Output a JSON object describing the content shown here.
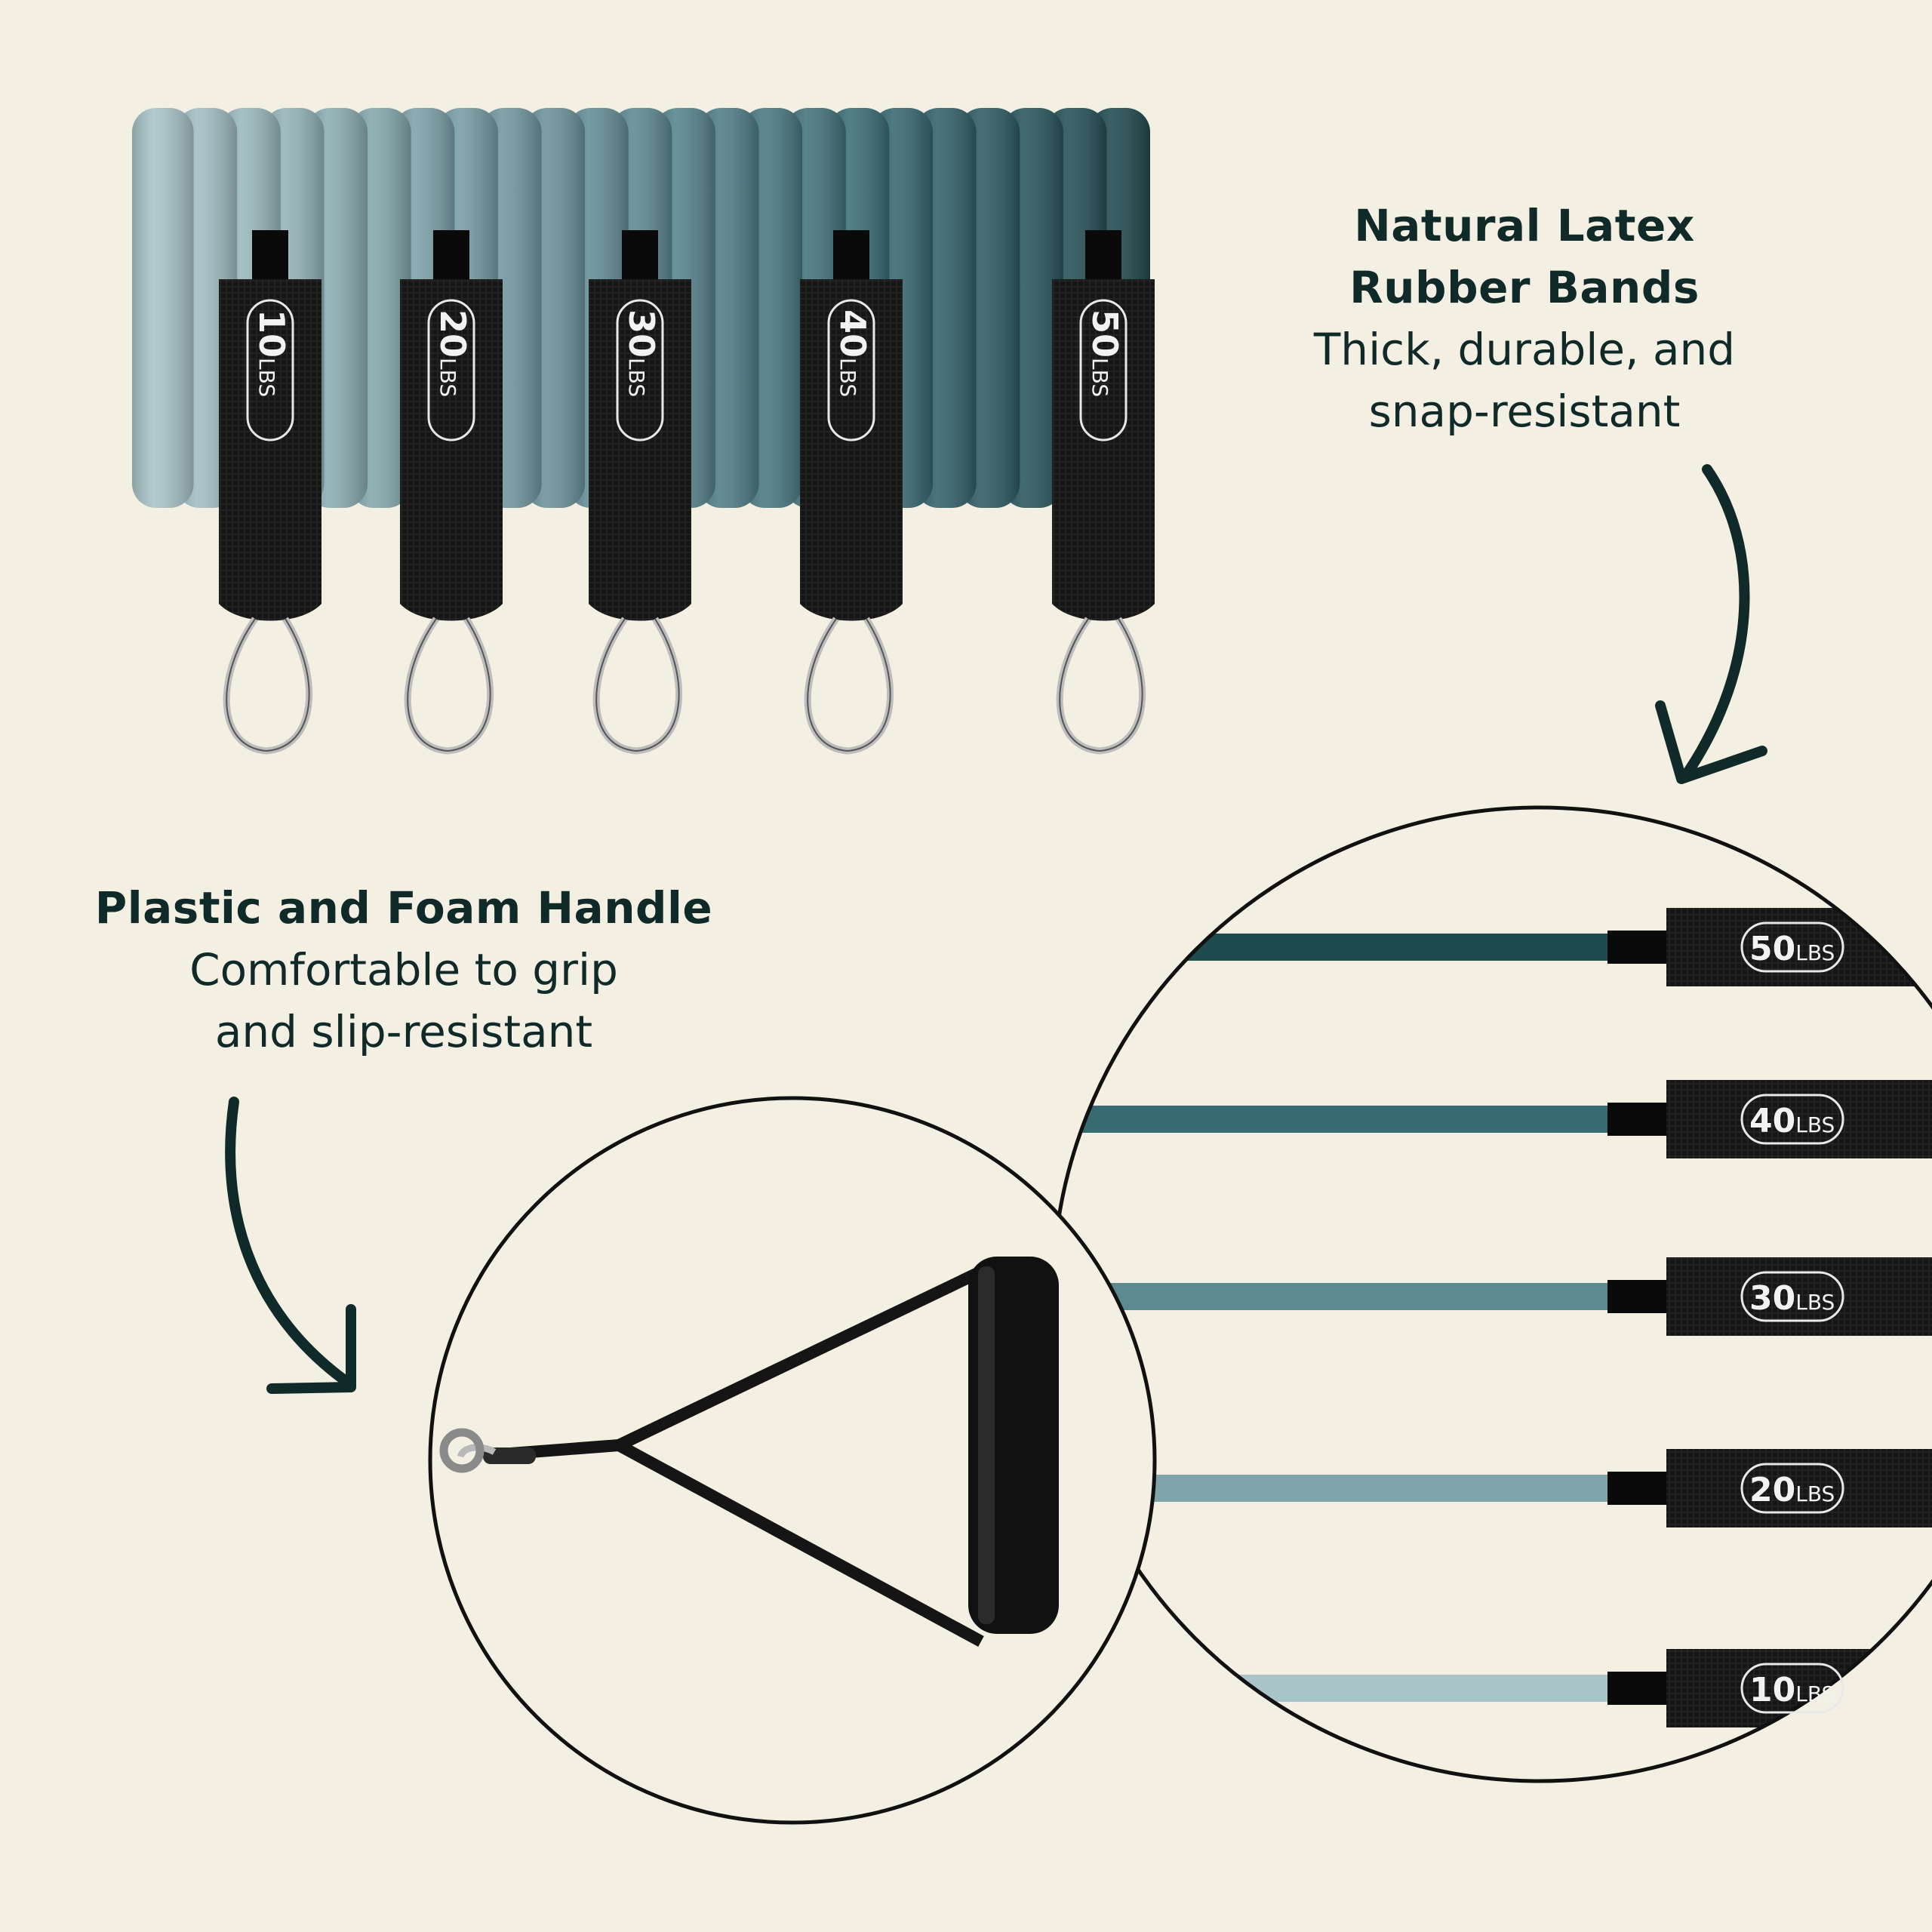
{
  "latex_caption": {
    "heading_line1": "Natural Latex",
    "heading_line2": "Rubber Bands",
    "sub_line1": "Thick, durable, and",
    "sub_line2": "snap-resistant"
  },
  "handle_caption": {
    "heading": "Plastic and Foam Handle",
    "sub_line1": "Comfortable to grip",
    "sub_line2": "and slip-resistant"
  },
  "unit": "LBS",
  "bundle_tags": [
    "10",
    "20",
    "30",
    "40",
    "50"
  ],
  "zoom_tags": [
    "50",
    "40",
    "30",
    "20",
    "10"
  ],
  "colors": {
    "background": "#f4efe3",
    "text": "#0f2a28",
    "band_10": "#a8c4c8",
    "band_20": "#7fa4aa",
    "band_30": "#5c8890",
    "band_40": "#386a72",
    "band_50": "#1f4a4e",
    "strap": "#141414"
  }
}
